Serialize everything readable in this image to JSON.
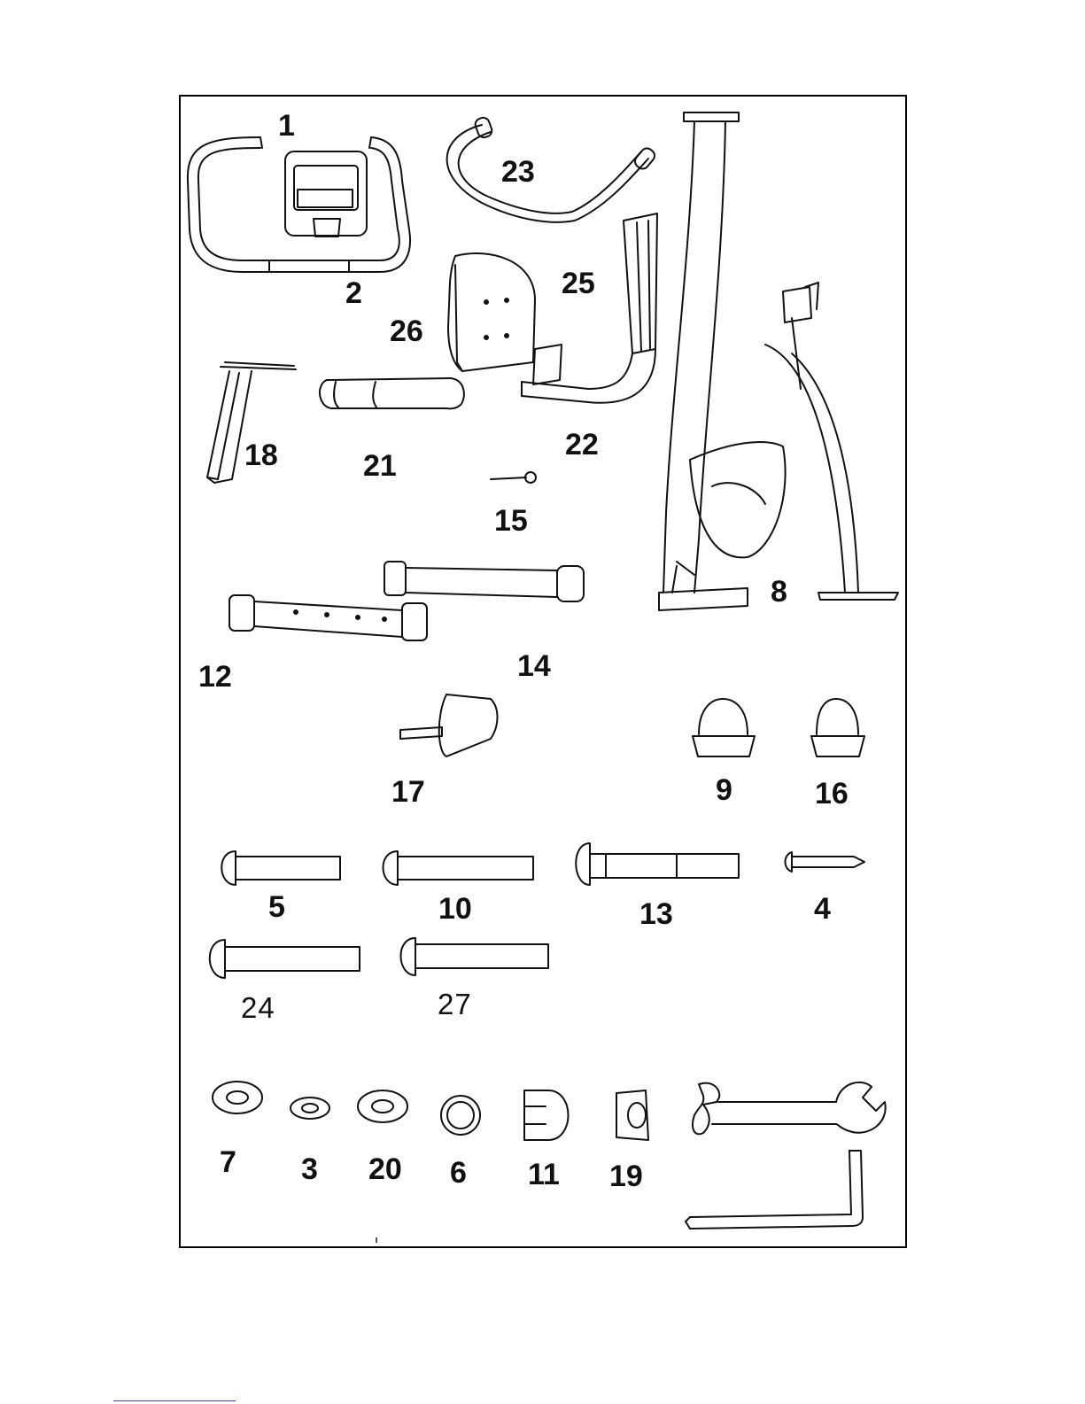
{
  "colors": {
    "ink": "#111111",
    "frame": "#000000",
    "footer_rule": "#3a3af0"
  },
  "parts": [
    {
      "id": "handlebar-1",
      "label": "1"
    },
    {
      "id": "handlebar-2",
      "label": "2"
    },
    {
      "id": "handlebar-23",
      "label": "23"
    },
    {
      "id": "backrest-26",
      "label": "26"
    },
    {
      "id": "bracket-25",
      "label": "25"
    },
    {
      "id": "bracket-22",
      "label": "22"
    },
    {
      "id": "seat-post-18",
      "label": "18"
    },
    {
      "id": "seat-cushion-21",
      "label": "21"
    },
    {
      "id": "pin-15",
      "label": "15"
    },
    {
      "id": "main-frame-8",
      "label": "8"
    },
    {
      "id": "stabilizer-12",
      "label": "12"
    },
    {
      "id": "stabilizer-14",
      "label": "14"
    },
    {
      "id": "knob-17",
      "label": "17"
    },
    {
      "id": "pedal-9",
      "label": "9"
    },
    {
      "id": "pedal-16",
      "label": "16"
    },
    {
      "id": "bolt-5",
      "label": "5"
    },
    {
      "id": "bolt-10",
      "label": "10"
    },
    {
      "id": "bolt-13",
      "label": "13"
    },
    {
      "id": "screw-4",
      "label": "4"
    },
    {
      "id": "bolt-24",
      "label": "24"
    },
    {
      "id": "bolt-27",
      "label": "27"
    },
    {
      "id": "washer-7",
      "label": "7"
    },
    {
      "id": "washer-3",
      "label": "3"
    },
    {
      "id": "washer-20",
      "label": "20"
    },
    {
      "id": "spring-washer-6",
      "label": "6"
    },
    {
      "id": "cap-nut-11",
      "label": "11"
    },
    {
      "id": "nut-19",
      "label": "19"
    }
  ],
  "tools": [
    "wrench-icon",
    "allen-key-icon"
  ]
}
